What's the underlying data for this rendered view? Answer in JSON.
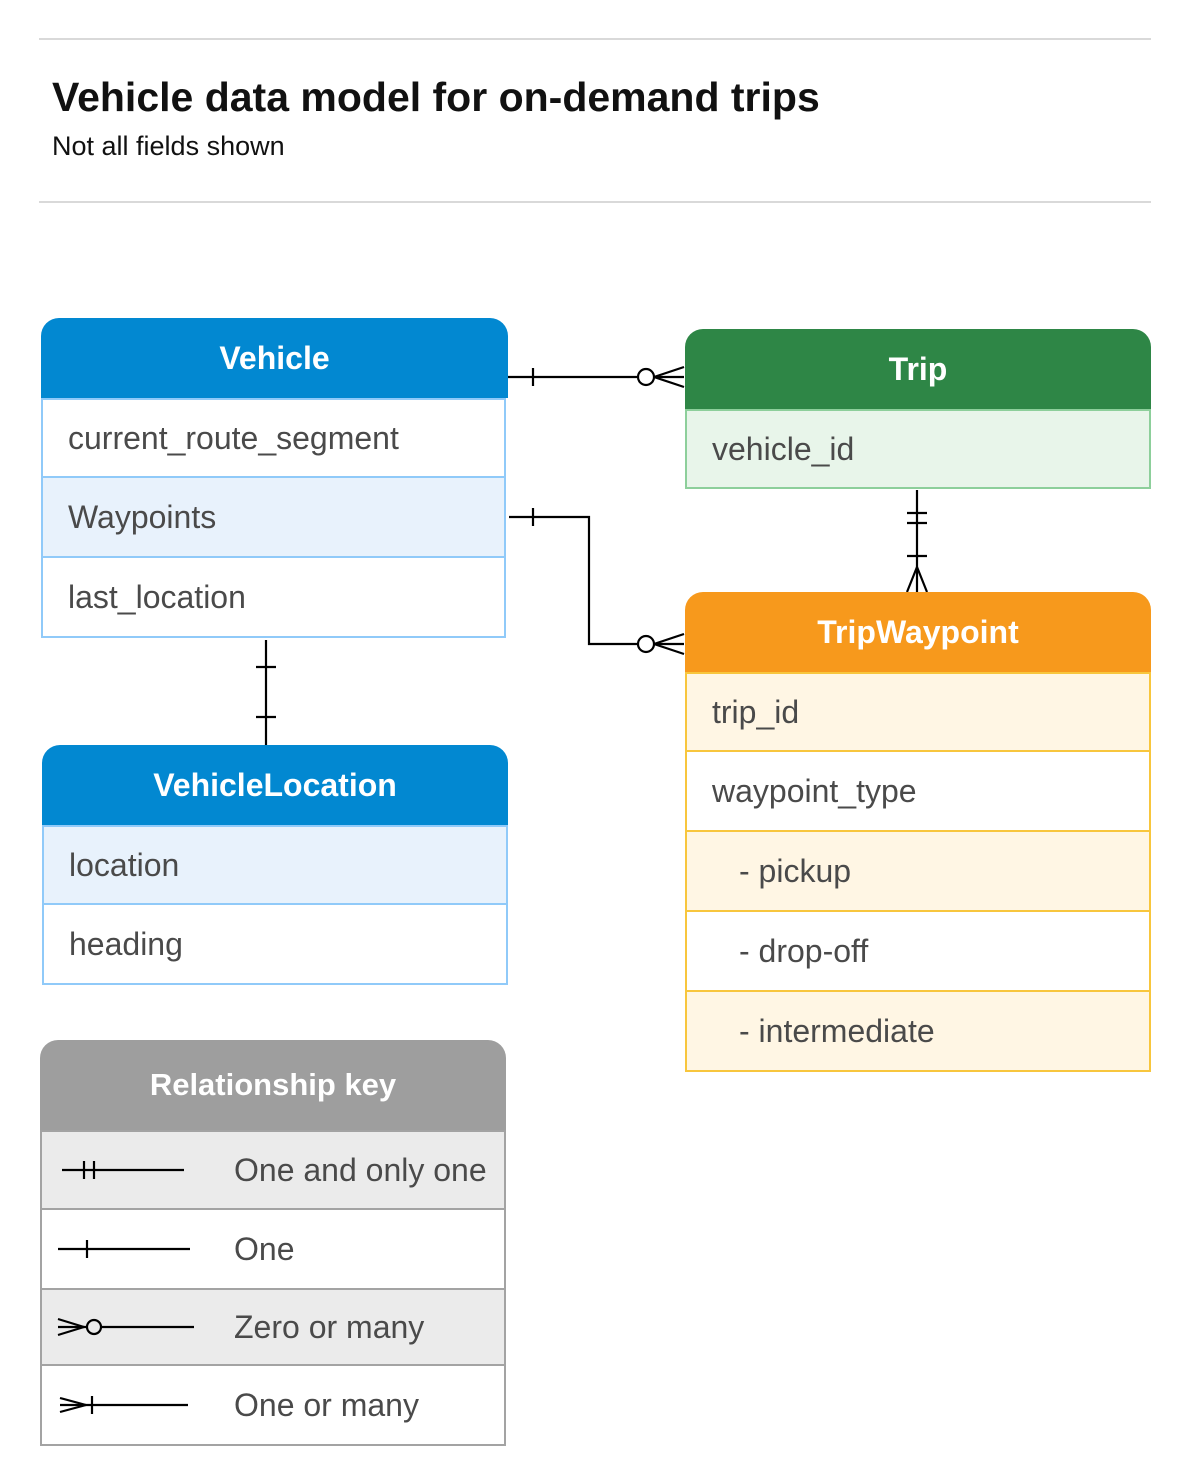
{
  "header": {
    "title": "Vehicle data model for on-demand trips",
    "subtitle": "Not all fields shown"
  },
  "entities": {
    "vehicle": {
      "name": "Vehicle",
      "fields": [
        "current_route_segment",
        "Waypoints",
        "last_location"
      ]
    },
    "vehicle_location": {
      "name": "VehicleLocation",
      "fields": [
        "location",
        "heading"
      ]
    },
    "trip": {
      "name": "Trip",
      "fields": [
        "vehicle_id"
      ]
    },
    "trip_waypoint": {
      "name": "TripWaypoint",
      "fields": [
        "trip_id",
        "waypoint_type",
        "- pickup",
        "- drop-off",
        "- intermediate"
      ]
    }
  },
  "relationships": [
    {
      "from": "Vehicle",
      "to": "Trip",
      "from_cardinality": "One",
      "to_cardinality": "Zero or many"
    },
    {
      "from": "Vehicle.Waypoints",
      "to": "TripWaypoint",
      "from_cardinality": "One",
      "to_cardinality": "Zero or many"
    },
    {
      "from": "Trip",
      "to": "TripWaypoint",
      "from_cardinality": "One and only one",
      "to_cardinality": "One or many"
    },
    {
      "from": "Vehicle.last_location",
      "to": "VehicleLocation",
      "from_cardinality": "One",
      "to_cardinality": "One"
    }
  ],
  "relationship_key": {
    "title": "Relationship key",
    "items": [
      {
        "symbol": "one-and-only-one",
        "label": "One and only one"
      },
      {
        "symbol": "one",
        "label": "One"
      },
      {
        "symbol": "zero-or-many",
        "label": "Zero or many"
      },
      {
        "symbol": "one-or-many",
        "label": "One or many"
      }
    ]
  },
  "colors": {
    "vehicle_header": "#0288d1",
    "trip_header": "#2e8646",
    "trip_waypoint_header": "#f7991c",
    "key_header": "#9e9e9e"
  }
}
